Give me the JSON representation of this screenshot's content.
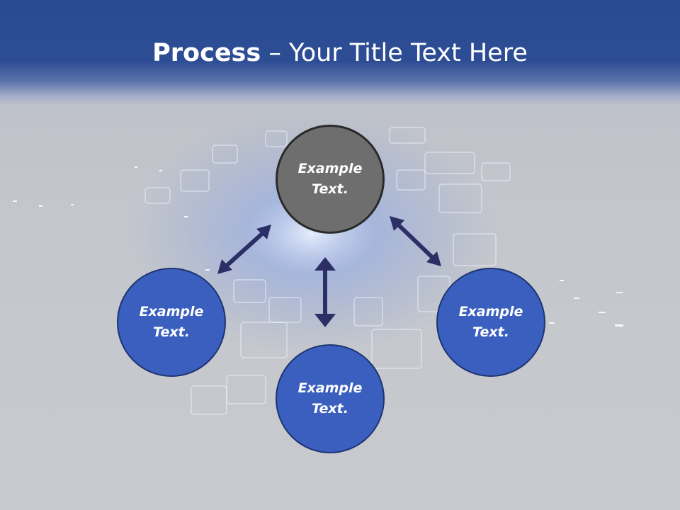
{
  "slide": {
    "title_bold": "Process",
    "title_rest": " – Your Title Text Here"
  },
  "diagram": {
    "center": {
      "label": "Example Text."
    },
    "left": {
      "label": "Example Text."
    },
    "bottom": {
      "label": "Example Text."
    },
    "right": {
      "label": "Example Text."
    }
  },
  "colors": {
    "header": "#2a4a92",
    "node_blue": "#3a5fbf",
    "node_gray": "#6e6e6e",
    "arrow": "#2b2f66"
  }
}
